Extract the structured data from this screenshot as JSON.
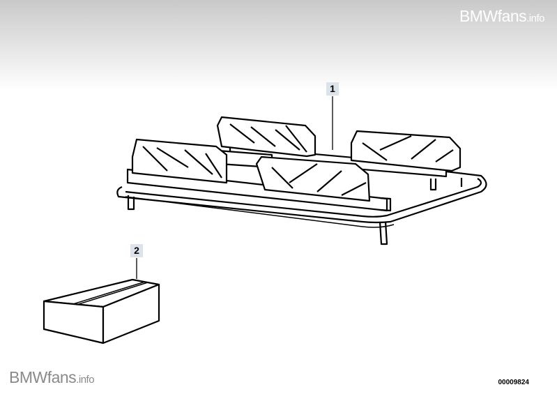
{
  "watermark": {
    "brand": "BMWfans",
    "suffix": ".info"
  },
  "diagram": {
    "id": "00009824",
    "callouts": [
      {
        "number": "1",
        "part": "rack"
      },
      {
        "number": "2",
        "part": "box"
      }
    ]
  }
}
